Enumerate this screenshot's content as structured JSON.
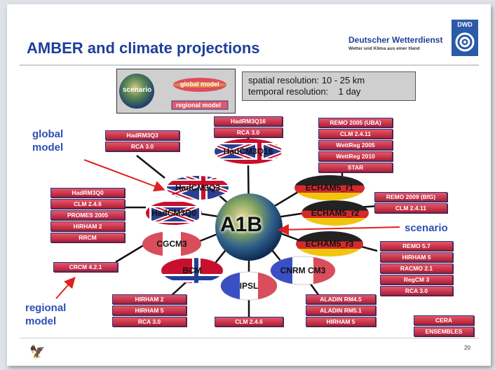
{
  "title": "AMBER and climate projections",
  "header": {
    "org_name": "Deutscher Wetterdienst",
    "org_tagline": "Wetter und Klima aus einer Hand",
    "logo_text": "DWD"
  },
  "legend": {
    "scenario": "scenario",
    "global_model": "global model",
    "regional_model": "regional model"
  },
  "info": {
    "spatial": "spatial resolution: 10 - 25 km",
    "temporal": "temporal resolution:    1 day"
  },
  "annotations": {
    "global_model": [
      "global",
      "model"
    ],
    "regional_model": [
      "regional",
      "model"
    ],
    "scenario": "scenario"
  },
  "center": "A1B",
  "global_models": [
    "HadCM3Q16",
    "ECHAM5_r1",
    "ECHAM5_r2",
    "ECHAM5_r3",
    "CNRM CM3",
    "IPSL",
    "BCM",
    "CGCM3",
    "HadCM3Q0",
    "HadCM3Q3"
  ],
  "regional_groups": {
    "hadcm3q3": [
      "HadRM3Q3",
      "RCA 3.0"
    ],
    "hadcm3q16": [
      "HadRM3Q16",
      "RCA 3.0"
    ],
    "echam5_r1": [
      "REMO 2005 (UBA)",
      "CLM 2.4.11",
      "WettReg 2005",
      "WettReg 2010",
      "STAR"
    ],
    "echam5_r2": [
      "REMO 2009 (BfG)",
      "CLM 2.4.11"
    ],
    "hadcm3q0": [
      "HadRM3Q0",
      "CLM 2.4.6",
      "PROMES 2005",
      "HIRHAM 2",
      "RRCM"
    ],
    "cgcm3": [
      "CRCM 4.2.1"
    ],
    "echam5_r3": [
      "REMO 5.7",
      "HIRHAM 5",
      "RACMO 2.1",
      "RegCM 3",
      "RCA 3.0"
    ],
    "bcm": [
      "HIRHAM 2",
      "HIRHAM 5",
      "RCA 3.0"
    ],
    "ipsl": [
      "CLM 2.4.6"
    ],
    "cnrm": [
      "ALADIN RM4.5",
      "ALADIN RM5.1",
      "HIRHAM 5"
    ],
    "other": [
      "CERA",
      "ENSEMBLES"
    ]
  },
  "page_number": "20"
}
